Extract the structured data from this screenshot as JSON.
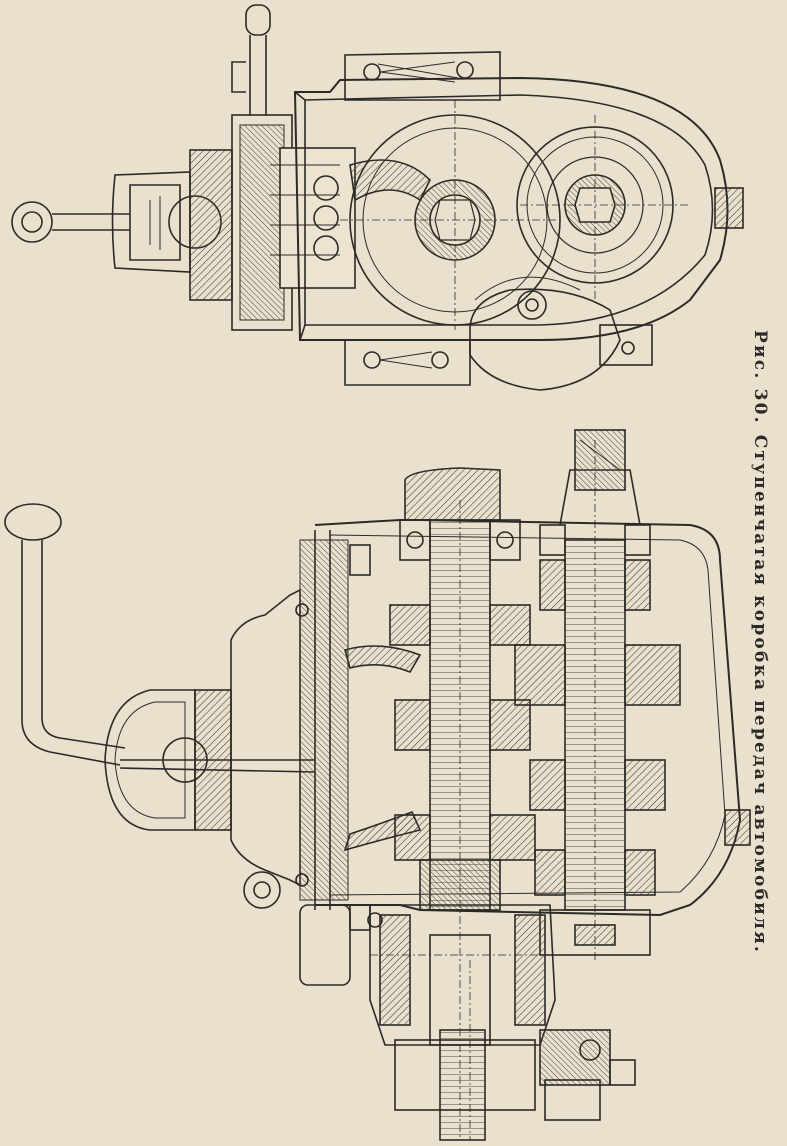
{
  "figure": {
    "label": "Рис. 30.",
    "caption": "Ступенчатая коробка передач автомобиля."
  },
  "colors": {
    "paper": "#e9e1cd",
    "ink": "#2b2a26",
    "hatch": "#4a463e"
  },
  "views": [
    {
      "name": "transverse-section"
    },
    {
      "name": "longitudinal-section"
    }
  ]
}
